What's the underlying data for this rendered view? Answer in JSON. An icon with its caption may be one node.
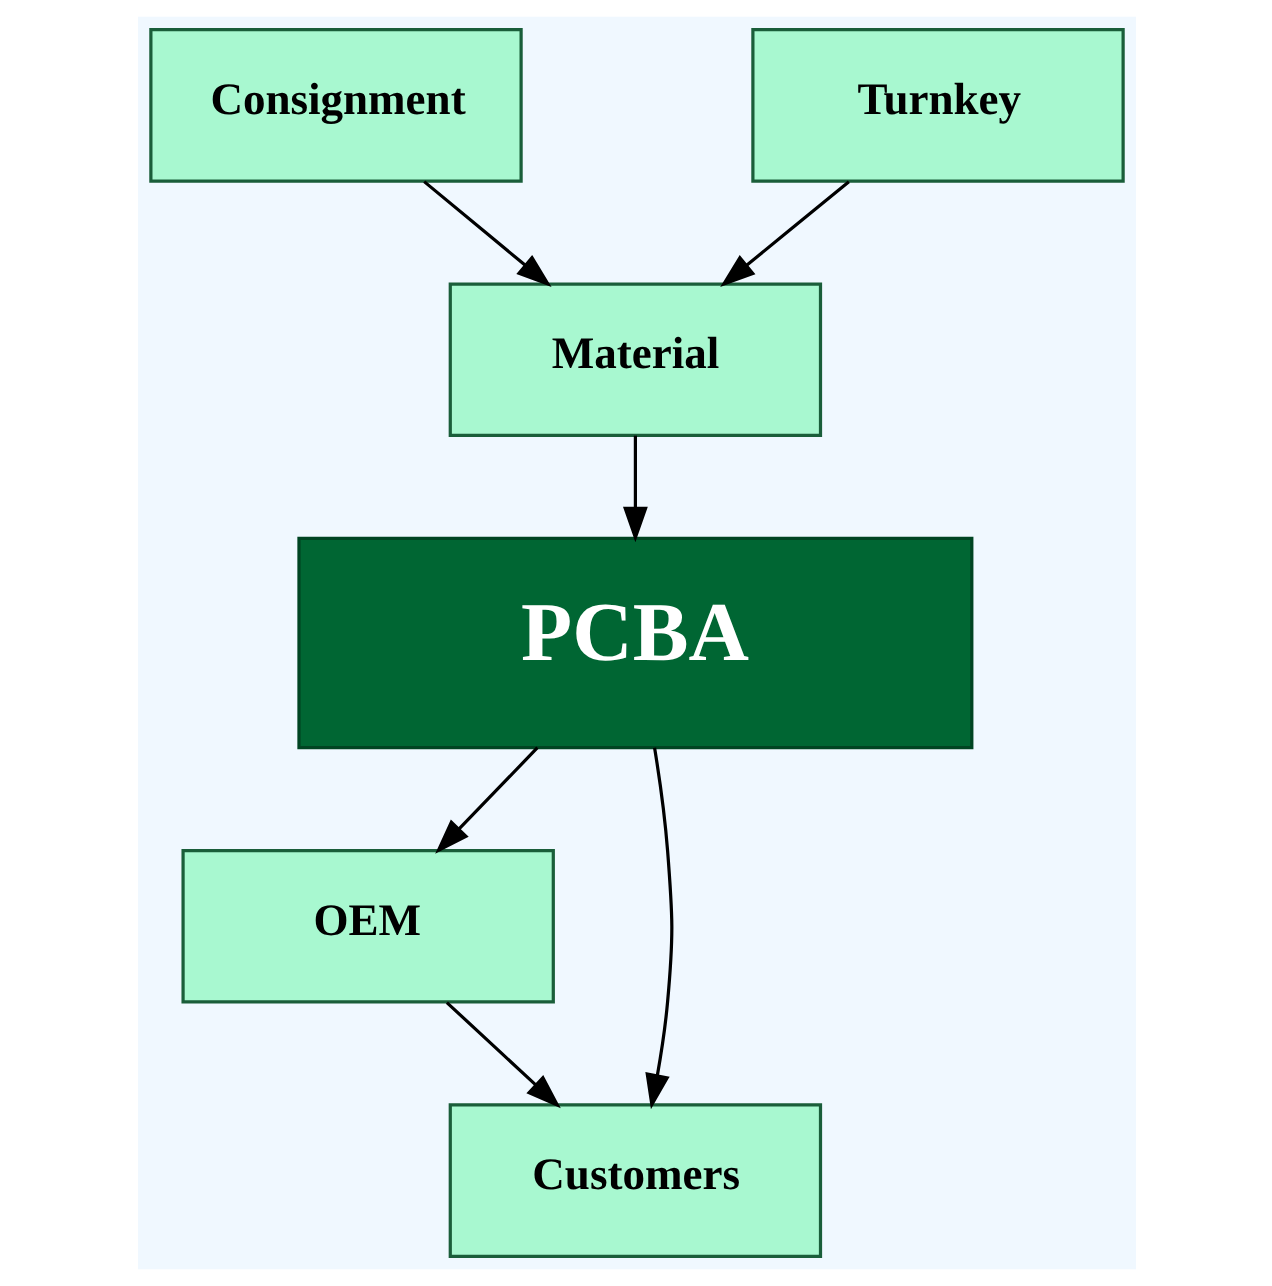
{
  "diagram": {
    "nodes": [
      {
        "text": [
          "Consignment"
        ]
      },
      {
        "text": [
          "Turnkey"
        ]
      },
      {
        "text": [
          "Material"
        ]
      },
      {
        "text": [
          "PCBA"
        ]
      },
      {
        "text": [
          "OEM"
        ]
      },
      {
        "text": [
          "Customers"
        ]
      }
    ],
    "edges": [
      {
        "from": 0,
        "to": 2,
        "arrow": "to"
      },
      {
        "from": 1,
        "to": 2,
        "arrow": "to"
      },
      {
        "from": 2,
        "to": 3,
        "arrow": "to"
      },
      {
        "from": 3,
        "to": 4,
        "arrow": "to"
      },
      {
        "from": 3,
        "to": 5,
        "arrow": "to"
      },
      {
        "from": 4,
        "to": 5,
        "arrow": "to"
      }
    ]
  }
}
